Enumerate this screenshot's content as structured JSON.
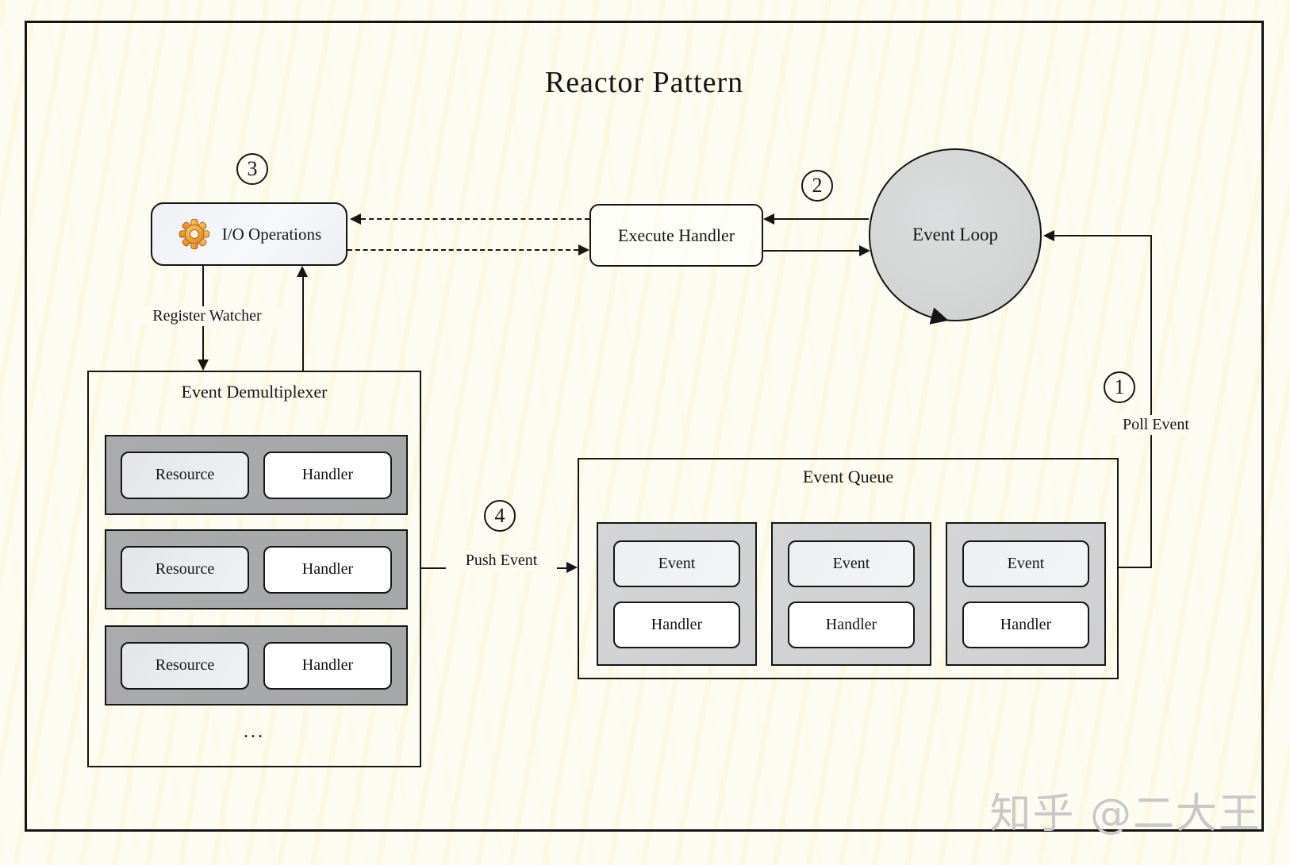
{
  "title": "Reactor Pattern",
  "watermark": "知乎 @二大王",
  "colors": {
    "background": "#fcfcf2",
    "line": "#151515",
    "event_loop_fill": "#d5d6d6",
    "demux_row_fill": "#a9a9a9",
    "queue_item_fill": "#d2d3d4",
    "io_box_fill": "#eff1f4",
    "gear_orange": "#f0a73e"
  },
  "steps": {
    "poll_event": {
      "badge": "1",
      "label": "Poll Event"
    },
    "dispatch_handler": {
      "badge": "2"
    },
    "io_operations": {
      "badge": "3"
    },
    "push_event": {
      "badge": "4",
      "label": "Push Event"
    },
    "register_watcher": {
      "label": "Register Watcher"
    }
  },
  "nodes": {
    "io_operations": {
      "label": "I/O Operations",
      "icon": "gear-icon"
    },
    "execute_handler": {
      "label": "Execute Handler"
    },
    "event_loop": {
      "label": "Event Loop"
    },
    "event_demultiplexer": {
      "title": "Event Demultiplexer",
      "rows": [
        {
          "resource": "Resource",
          "handler": "Handler"
        },
        {
          "resource": "Resource",
          "handler": "Handler"
        },
        {
          "resource": "Resource",
          "handler": "Handler"
        }
      ],
      "ellipsis": "..."
    },
    "event_queue": {
      "title": "Event Queue",
      "items": [
        {
          "event": "Event",
          "handler": "Handler"
        },
        {
          "event": "Event",
          "handler": "Handler"
        },
        {
          "event": "Event",
          "handler": "Handler"
        }
      ]
    }
  }
}
